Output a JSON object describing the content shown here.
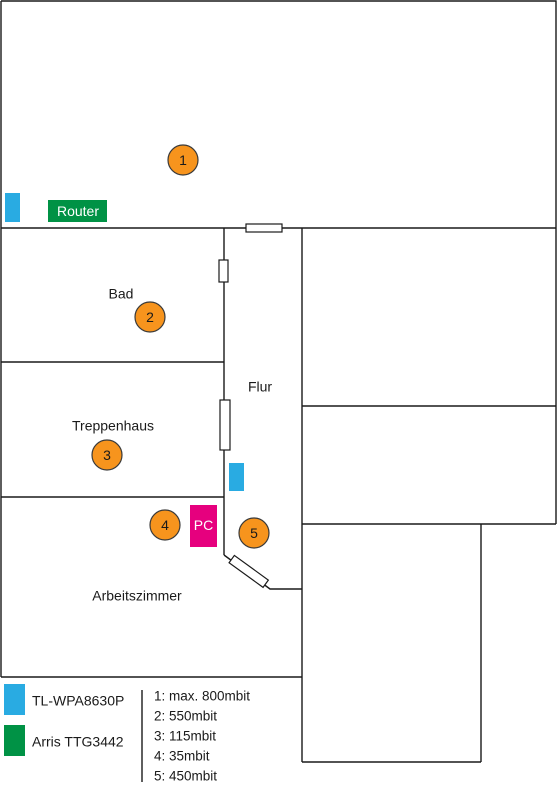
{
  "colors": {
    "marker_fill": "#f7941d",
    "powerline_adapter": "#29abe2",
    "router": "#009245",
    "pc": "#e6007e",
    "wall": "#1a1a1a"
  },
  "rooms": {
    "bad": "Bad",
    "treppenhaus": "Treppenhaus",
    "flur": "Flur",
    "arbeitszimmer": "Arbeitszimmer"
  },
  "devices": {
    "router_label": "Router",
    "pc_label": "PC"
  },
  "markers": [
    "1",
    "2",
    "3",
    "4",
    "5"
  ],
  "legend": {
    "powerline": "TL-WPA8630P",
    "router": "Arris TTG3442"
  },
  "speeds": [
    "1: max. 800mbit",
    "2: 550mbit",
    "3: 115mbit",
    "4: 35mbit",
    "5:  450mbit"
  ]
}
